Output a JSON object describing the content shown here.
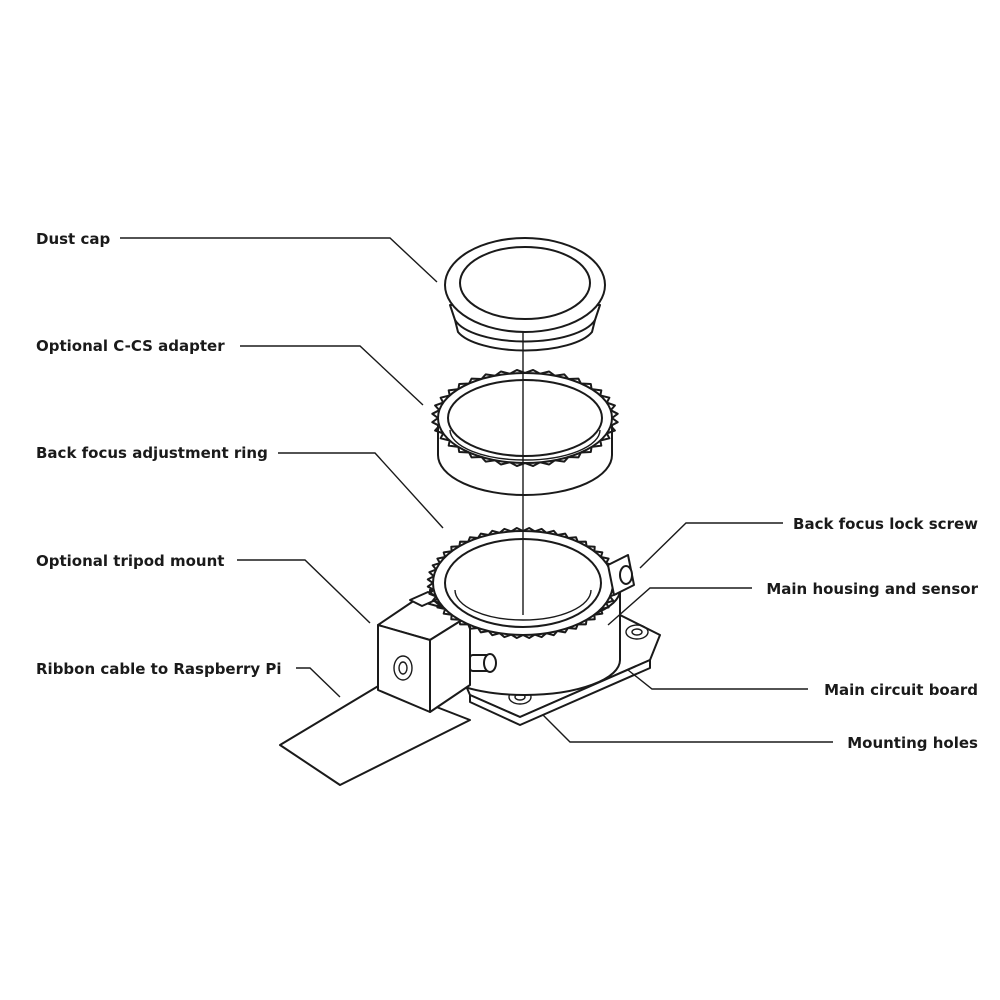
{
  "labels": {
    "dust_cap": "Dust cap",
    "cs_adapter": "Optional C-CS adapter",
    "focus_ring": "Back focus adjustment ring",
    "tripod_mount": "Optional tripod mount",
    "ribbon_cable": "Ribbon cable to Raspberry Pi",
    "lock_screw": "Back focus lock screw",
    "housing_sensor": "Main housing and sensor",
    "circuit_board": "Main circuit board",
    "mounting_holes": "Mounting holes"
  },
  "colors": {
    "ink": "#1a1a1a",
    "background": "#ffffff"
  }
}
